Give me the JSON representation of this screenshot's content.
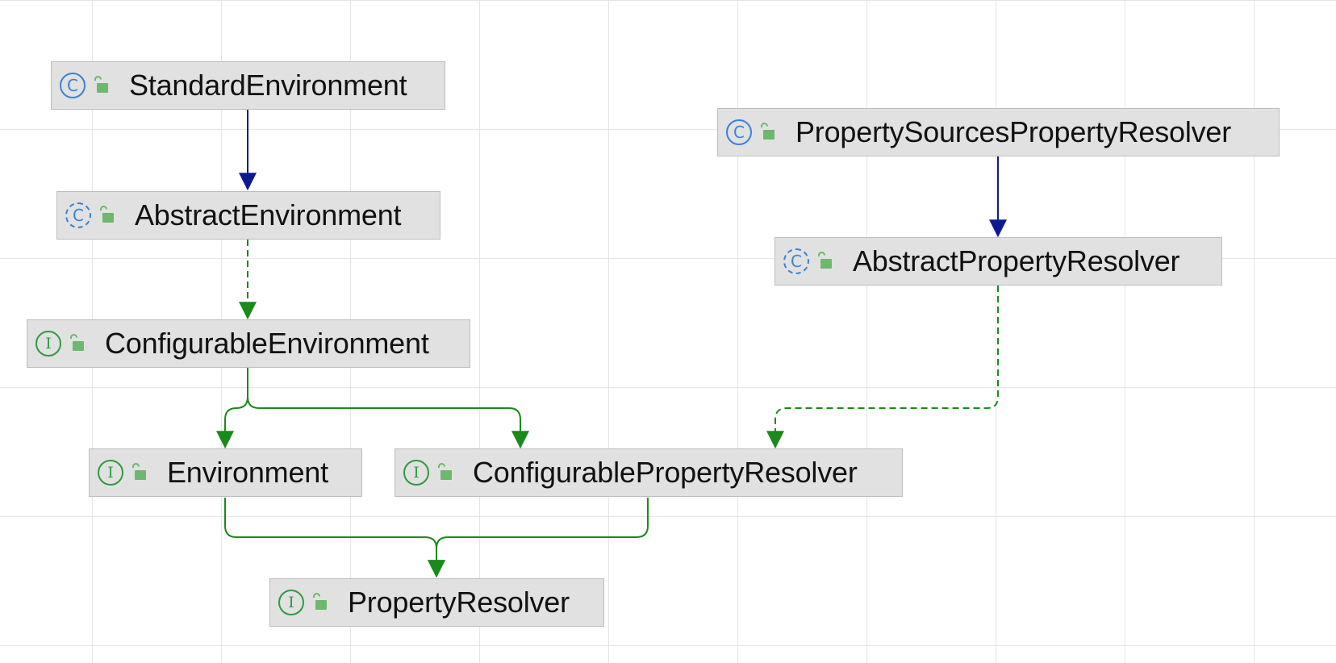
{
  "colors": {
    "extends_edge": "#0d1a8f",
    "implements_edge": "#1a8a1a",
    "class_icon": "#3b82d6",
    "interface_icon": "#2f9a3f",
    "node_fill": "#e1e1e1",
    "lock_icon": "#6cb86c"
  },
  "icons": {
    "class": "C",
    "abstract": "C",
    "interface": "I"
  },
  "nodes": [
    {
      "id": "standard-environment",
      "label": "StandardEnvironment",
      "kind": "class"
    },
    {
      "id": "abstract-environment",
      "label": "AbstractEnvironment",
      "kind": "abstract"
    },
    {
      "id": "configurable-environment",
      "label": "ConfigurableEnvironment",
      "kind": "interface"
    },
    {
      "id": "environment",
      "label": "Environment",
      "kind": "interface"
    },
    {
      "id": "configurable-property-resolver",
      "label": "ConfigurablePropertyResolver",
      "kind": "interface"
    },
    {
      "id": "property-resolver",
      "label": "PropertyResolver",
      "kind": "interface"
    },
    {
      "id": "property-sources-property-resolver",
      "label": "PropertySourcesPropertyResolver",
      "kind": "class"
    },
    {
      "id": "abstract-property-resolver",
      "label": "AbstractPropertyResolver",
      "kind": "abstract"
    }
  ],
  "edges": [
    {
      "from": "standard-environment",
      "to": "abstract-environment",
      "relation": "extends"
    },
    {
      "from": "abstract-environment",
      "to": "configurable-environment",
      "relation": "implements"
    },
    {
      "from": "configurable-environment",
      "to": "environment",
      "relation": "extends-interface"
    },
    {
      "from": "configurable-environment",
      "to": "configurable-property-resolver",
      "relation": "extends-interface"
    },
    {
      "from": "environment",
      "to": "property-resolver",
      "relation": "extends-interface"
    },
    {
      "from": "configurable-property-resolver",
      "to": "property-resolver",
      "relation": "extends-interface"
    },
    {
      "from": "property-sources-property-resolver",
      "to": "abstract-property-resolver",
      "relation": "extends"
    },
    {
      "from": "abstract-property-resolver",
      "to": "configurable-property-resolver",
      "relation": "implements"
    }
  ]
}
